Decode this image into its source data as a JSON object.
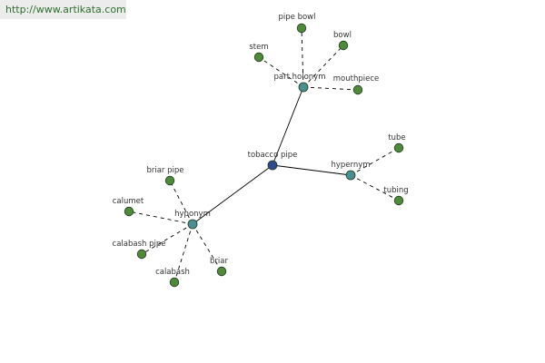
{
  "watermark": "http://www.artikata.com",
  "colors": {
    "root": "#2e4a8c",
    "relation": "#4a9090",
    "leaf": "#4f8a3a",
    "edge": "#000000"
  },
  "nodes": {
    "root": "tobacco pipe",
    "relations": {
      "part_holonym": "part holonym",
      "hypernym": "hypernym",
      "hyponym": "hyponym"
    },
    "leaves": {
      "pipe_bowl": "pipe bowl",
      "bowl": "bowl",
      "stem": "stem",
      "mouthpiece": "mouthpiece",
      "tube": "tube",
      "tubing": "tubing",
      "briar_pipe": "briar pipe",
      "calumet": "calumet",
      "calabash_pipe": "calabash pipe",
      "calabash": "calabash",
      "briar": "briar"
    }
  }
}
